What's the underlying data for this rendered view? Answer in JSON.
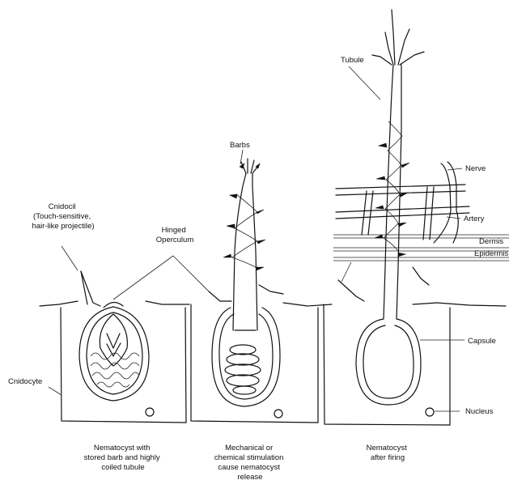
{
  "labels": {
    "barbs": "Barbs",
    "tubule": "Tubule",
    "nerve": "Nerve",
    "artery": "Artery",
    "dermis": "Dermis",
    "epidermis": "Epidermis",
    "cnidocil_1": "Cnidocil",
    "cnidocil_2": "(Touch-sensitive,",
    "cnidocil_3": "hair-like projectile)",
    "operculum_1": "Hinged",
    "operculum_2": "Operculum",
    "cnidocyte": "Cnidocyte",
    "capsule": "Capsule",
    "nucleus": "Nucleus"
  },
  "captions": {
    "stage1": [
      "Nematocyst with",
      "stored barb and highly",
      "coiled tubule"
    ],
    "stage2": [
      "Mechanical or",
      "chemical stimulation",
      "cause nematocyst",
      "release"
    ],
    "stage3": [
      "Nematocyst",
      "after firing"
    ]
  }
}
